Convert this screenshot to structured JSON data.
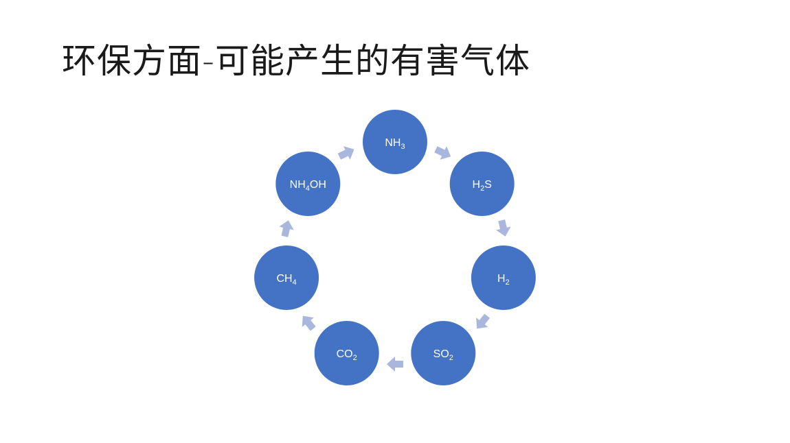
{
  "slide": {
    "title": "环保方面-可能产生的有害气体"
  },
  "colors": {
    "node_fill": "#4472C4",
    "arrow_fill": "#A9B7DE",
    "background": "#FFFFFF",
    "title_color": "#1A1A1A"
  },
  "diagram": {
    "type": "cycle",
    "nodes": [
      {
        "name": "nh3",
        "parts": [
          [
            "NH",
            false
          ],
          [
            "3",
            true
          ]
        ]
      },
      {
        "name": "h2s",
        "parts": [
          [
            "H",
            false
          ],
          [
            "2",
            true
          ],
          [
            "S",
            false
          ]
        ]
      },
      {
        "name": "h2",
        "parts": [
          [
            "H",
            false
          ],
          [
            "2",
            true
          ]
        ]
      },
      {
        "name": "so2",
        "parts": [
          [
            "SO",
            false
          ],
          [
            "2",
            true
          ]
        ]
      },
      {
        "name": "co2",
        "parts": [
          [
            "CO",
            false
          ],
          [
            "2",
            true
          ]
        ]
      },
      {
        "name": "ch4",
        "parts": [
          [
            "CH",
            false
          ],
          [
            "4",
            true
          ]
        ]
      },
      {
        "name": "nh4oh",
        "parts": [
          [
            "NH",
            false
          ],
          [
            "4",
            true
          ],
          [
            "OH",
            false
          ]
        ]
      }
    ],
    "arrow_direction": "clockwise",
    "arrow_icon": "arrow-icon"
  }
}
